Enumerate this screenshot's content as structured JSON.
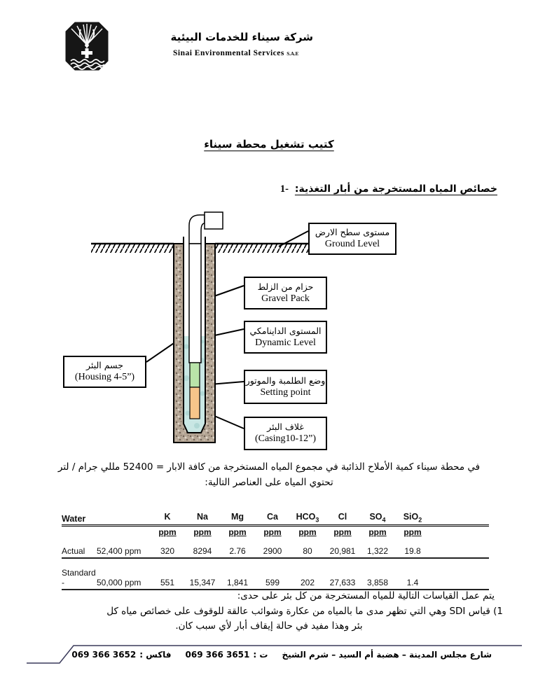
{
  "header": {
    "logo": {
      "arabic_name": "شركة سيناء للخدمات البيئية",
      "english_name": "Sinai Environmental Services",
      "suffix": "S.A.E"
    }
  },
  "title": "كتيب تشغيل محطة سيناء",
  "section1": {
    "number": "1-",
    "heading": "خصائص المياه المستخرجة من أبار التغذية:"
  },
  "diagram": {
    "labels": {
      "ground_level": {
        "ar": "مستوى سطح الارض",
        "en": "Ground Level"
      },
      "gravel_pack": {
        "ar": "حزام من الزلط",
        "en": "Gravel Pack"
      },
      "dynamic_level": {
        "ar": "المستوى الداينامكي",
        "en": "Dynamic Level"
      },
      "housing": {
        "ar": "جسم البئر",
        "en": "(Housing 4-5”)"
      },
      "setting_point": {
        "ar": "وضع الطلمبة والموتور",
        "en": "Setting point"
      },
      "casing": {
        "ar": "غلاف البئر",
        "en": "(Casing10-12”)"
      }
    },
    "colors": {
      "water": "#c9e7e4",
      "bubble": "#a9d4d0",
      "gravel_base": "#b5a695",
      "pump_green": "#b9e4a9",
      "motor_orange": "#f6c58a"
    }
  },
  "paragraph_tds": {
    "line1": "في محطة سيناء كمية الأملاح الذائبة في مجموع المياه المستخرجة من كافة الابار = 52400 مللي جرام / لتر",
    "line2": "تحتوي المياه على العناصر التالية:"
  },
  "table": {
    "col1_header": "Water",
    "unit": "ppm",
    "columns": [
      {
        "t": "K",
        "s": ""
      },
      {
        "t": "Na",
        "s": ""
      },
      {
        "t": "Mg",
        "s": ""
      },
      {
        "t": "Ca",
        "s": ""
      },
      {
        "t": "HCO",
        "s": "3"
      },
      {
        "t": "Cl",
        "s": ""
      },
      {
        "t": "SO",
        "s": "4"
      },
      {
        "t": "SiO",
        "s": "2"
      }
    ],
    "rows": [
      {
        "label": "Actual",
        "total": "52,400 ppm",
        "values": [
          "320",
          "8294",
          "2.76",
          "2900",
          "80",
          "20,981",
          "1,322",
          "19.8"
        ]
      },
      {
        "label": "Standard -",
        "total": "50,000 ppm",
        "values": [
          "551",
          "15,347",
          "1,841",
          "599",
          "202",
          "27,633",
          "3,858",
          "1.4"
        ]
      }
    ]
  },
  "measurements": {
    "intro": "يتم عمل القياسات التالية للمياه المستخرجة من كل بئر على حدى:",
    "item1_line1": "1) قياس SDI وهي التي تظهر مدى ما بالمياه من عكارة وشوائب عالقة للوقوف على خصائص مياه كل",
    "item1_line2": "بئر وهذا مفيد في حالة إيقاف أبار لأي سبب كان."
  },
  "footer": {
    "address": "شارع مجلس المدينة – هضبة أم السيد – شرم الشيخ",
    "tel_label": "ت :",
    "tel": "069 366 3651",
    "fax_label": "فاكس :",
    "fax": "069 366 3652",
    "line_color": "#3a3a5a"
  }
}
